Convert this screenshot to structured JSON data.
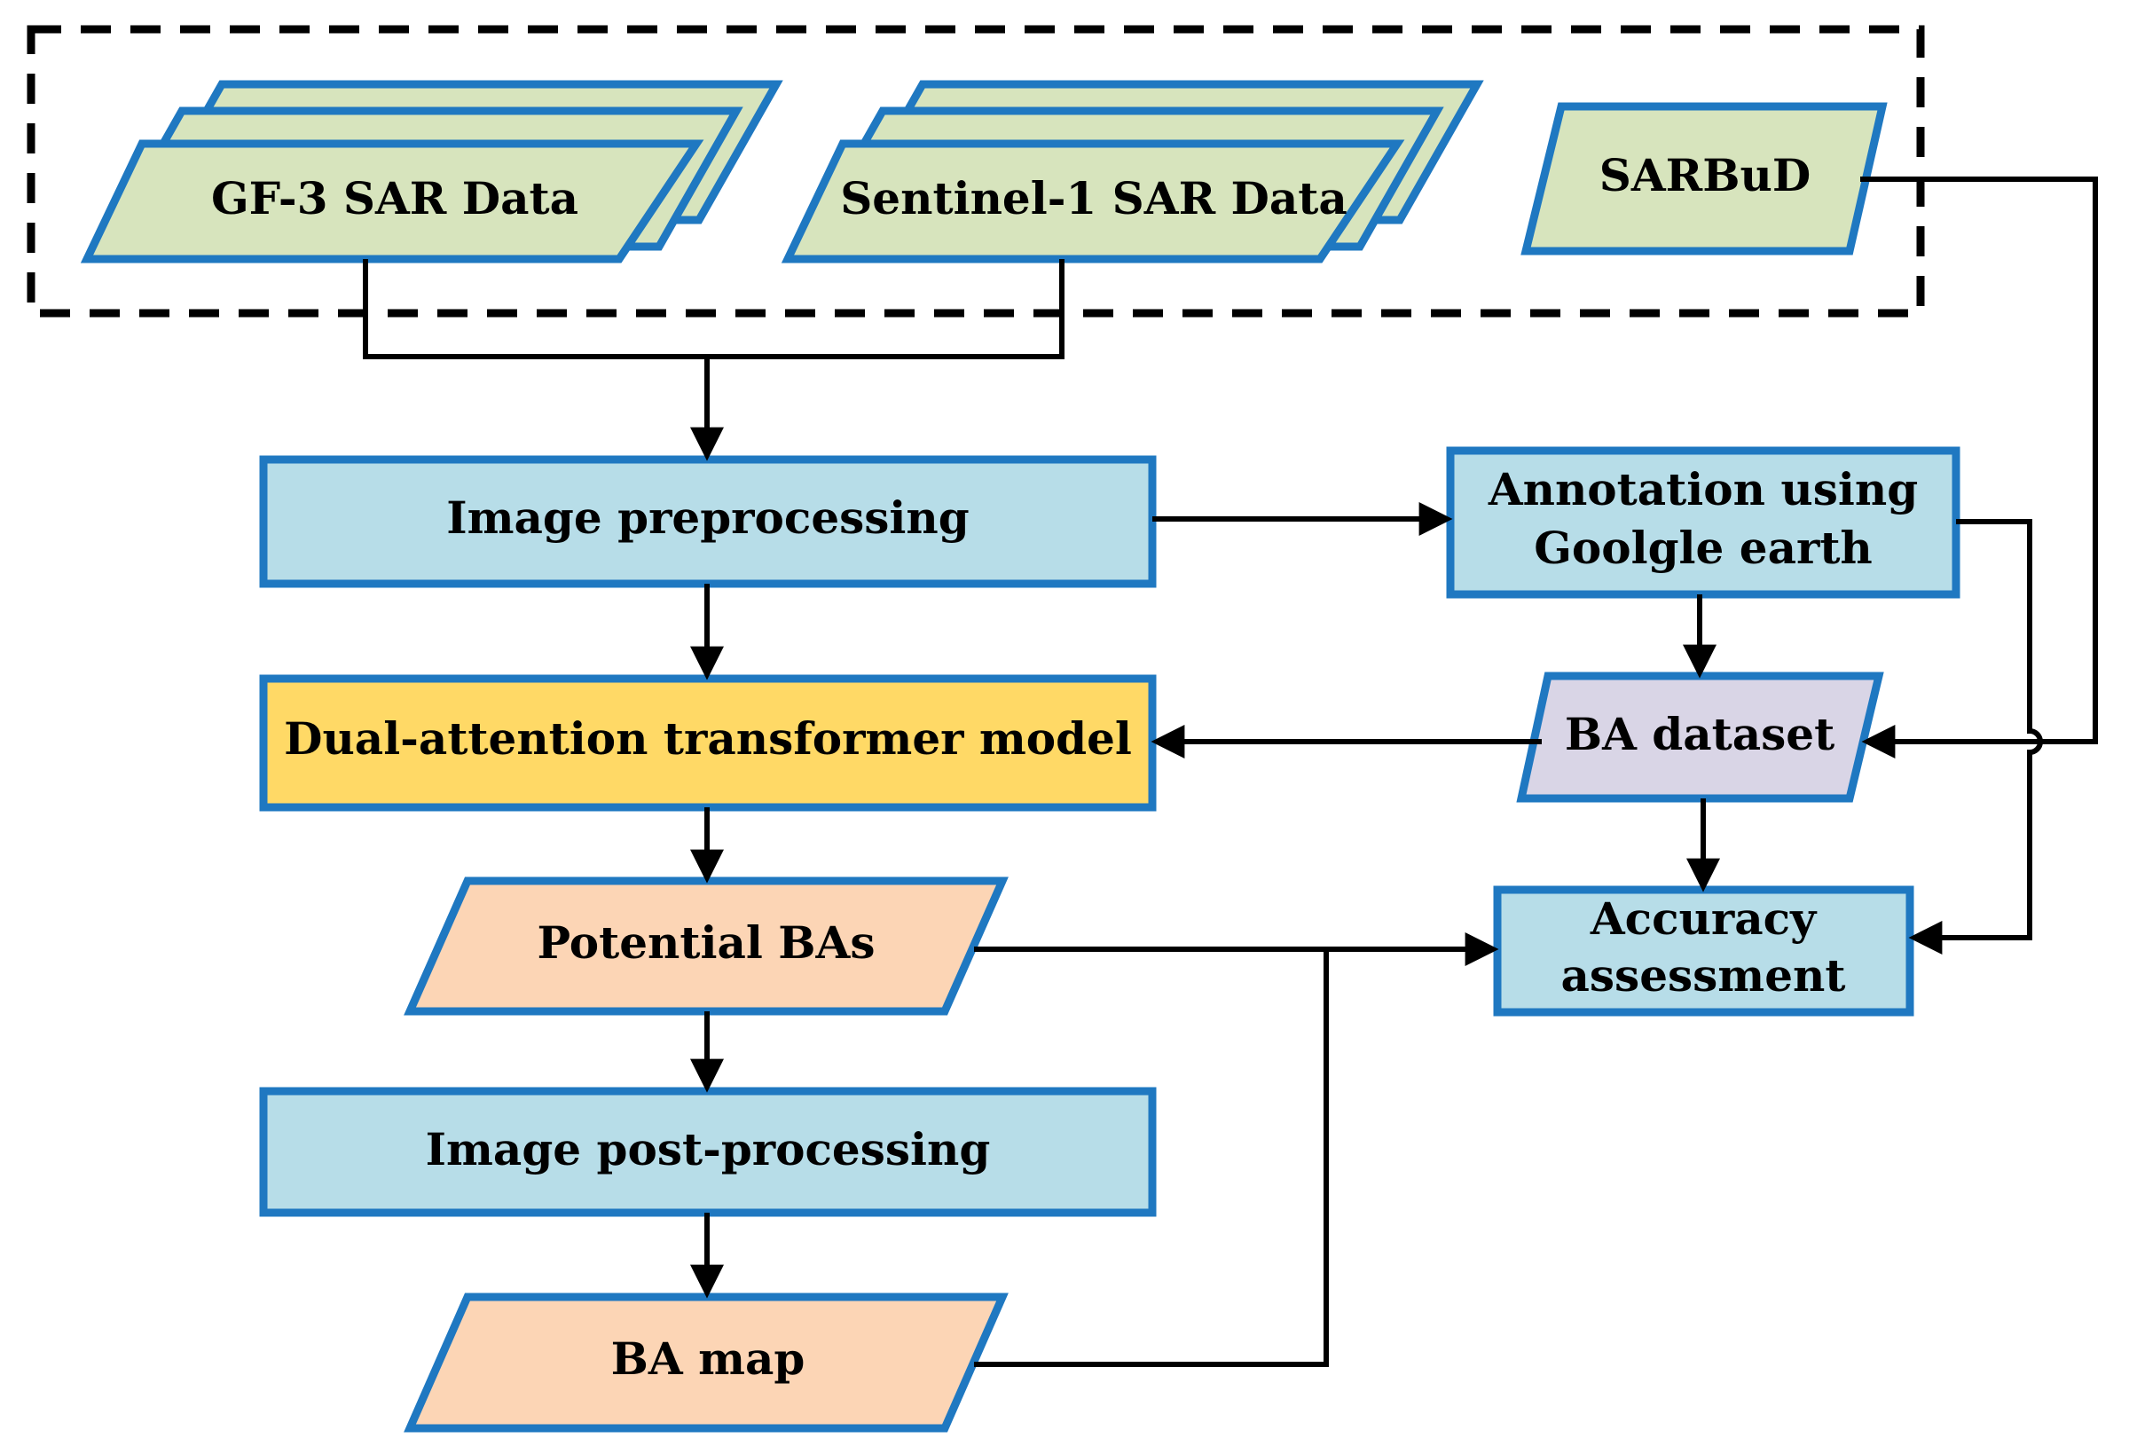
{
  "colors": {
    "border": "#1f78c1",
    "data_fill": "#d7e4bd",
    "process_fill": "#b7dde8",
    "model_fill": "#ffd966",
    "output_fill": "#fcd5b5",
    "dataset_fill": "#d9d5e6",
    "line": "#000000"
  },
  "nodes": {
    "gf3": {
      "label": "GF-3 SAR Data"
    },
    "sentinel1": {
      "label": "Sentinel-1 SAR Data"
    },
    "sarbud": {
      "label": "SARBuD"
    },
    "preprocessing": {
      "label": "Image preprocessing"
    },
    "annotation": {
      "line1": "Annotation using",
      "line2": "Goolgle earth"
    },
    "ba_dataset": {
      "label": "BA dataset"
    },
    "model": {
      "label": "Dual-attention transformer model"
    },
    "potential_bas": {
      "label": "Potential BAs"
    },
    "accuracy": {
      "line1": "Accuracy",
      "line2": "assessment"
    },
    "postprocessing": {
      "label": "Image post-processing"
    },
    "ba_map": {
      "label": "BA map"
    }
  }
}
